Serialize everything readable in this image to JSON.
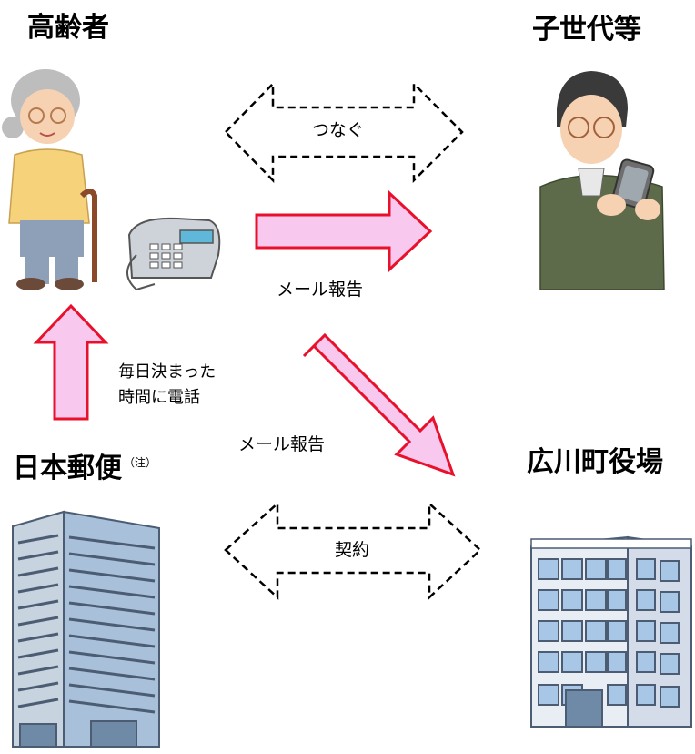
{
  "labels": {
    "elderly": "高齢者",
    "children": "子世代等",
    "japan_post": "日本郵便",
    "japan_post_note": "（注）",
    "town_office": "広川町役場"
  },
  "arrows": {
    "connect": "つなぐ",
    "mail_report_1": "メール報告",
    "mail_report_2": "メール報告",
    "daily_call_line1": "毎日決まった",
    "daily_call_line2": "時間に電話",
    "contract": "契約"
  },
  "colors": {
    "pink_fill": "#f8c8ef",
    "red_stroke": "#e8102a",
    "building_blue": "#a8c7e6",
    "building_dark": "#4b5c73"
  }
}
